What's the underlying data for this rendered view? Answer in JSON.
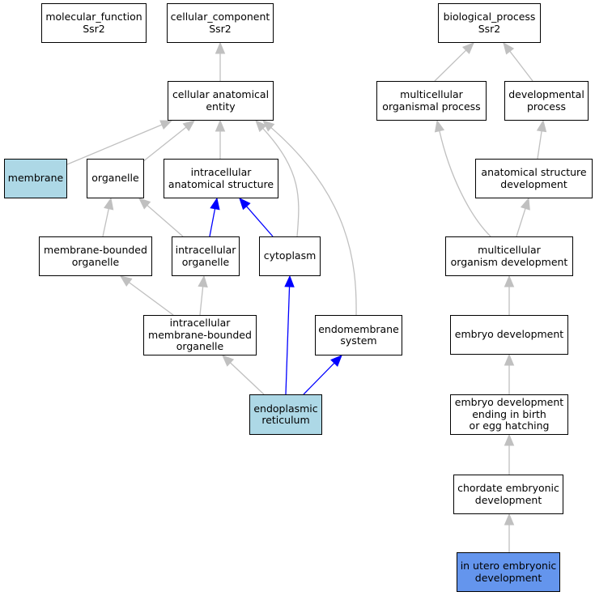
{
  "colors": {
    "edge_default": "#c0c0c0",
    "edge_highlight": "#0000ff",
    "node_light": "#add8e6",
    "node_strong": "#6495ed",
    "node_default": "#ffffff"
  },
  "nodes": [
    {
      "id": "molecular_function",
      "lines": [
        "molecular_function",
        "Ssr2"
      ],
      "style": "default"
    },
    {
      "id": "cellular_component",
      "lines": [
        "cellular_component",
        "Ssr2"
      ],
      "style": "default"
    },
    {
      "id": "biological_process",
      "lines": [
        "biological_process",
        "Ssr2"
      ],
      "style": "default"
    },
    {
      "id": "cellular_anatomical_entity",
      "lines": [
        "cellular anatomical",
        "entity"
      ],
      "style": "default"
    },
    {
      "id": "multicellular_organismal_process",
      "lines": [
        "multicellular",
        "organismal process"
      ],
      "style": "default"
    },
    {
      "id": "developmental_process",
      "lines": [
        "developmental",
        "process"
      ],
      "style": "default"
    },
    {
      "id": "membrane",
      "lines": [
        "membrane"
      ],
      "style": "light"
    },
    {
      "id": "organelle",
      "lines": [
        "organelle"
      ],
      "style": "default"
    },
    {
      "id": "intracellular_anatomical_structure",
      "lines": [
        "intracellular",
        "anatomical structure"
      ],
      "style": "default"
    },
    {
      "id": "anatomical_structure_development",
      "lines": [
        "anatomical structure",
        "development"
      ],
      "style": "default"
    },
    {
      "id": "membrane_bounded_organelle",
      "lines": [
        "membrane-bounded",
        "organelle"
      ],
      "style": "default"
    },
    {
      "id": "intracellular_organelle",
      "lines": [
        "intracellular",
        "organelle"
      ],
      "style": "default"
    },
    {
      "id": "cytoplasm",
      "lines": [
        "cytoplasm"
      ],
      "style": "default"
    },
    {
      "id": "multicellular_organism_development",
      "lines": [
        "multicellular",
        "organism development"
      ],
      "style": "default"
    },
    {
      "id": "intracellular_membrane_bounded_organelle",
      "lines": [
        "intracellular",
        "membrane-bounded",
        "organelle"
      ],
      "style": "default"
    },
    {
      "id": "endomembrane_system",
      "lines": [
        "endomembrane",
        "system"
      ],
      "style": "default"
    },
    {
      "id": "embryo_development",
      "lines": [
        "embryo development"
      ],
      "style": "default"
    },
    {
      "id": "endoplasmic_reticulum",
      "lines": [
        "endoplasmic",
        "reticulum"
      ],
      "style": "light"
    },
    {
      "id": "embryo_development_ending",
      "lines": [
        "embryo development",
        "ending in birth",
        "or egg hatching"
      ],
      "style": "default"
    },
    {
      "id": "chordate_embryonic_development",
      "lines": [
        "chordate embryonic",
        "development"
      ],
      "style": "default"
    },
    {
      "id": "in_utero_embryonic_development",
      "lines": [
        "in utero embryonic",
        "development"
      ],
      "style": "strong"
    }
  ],
  "edges": [
    {
      "from": "cellular_anatomical_entity",
      "to": "cellular_component",
      "highlight": false
    },
    {
      "from": "membrane",
      "to": "cellular_anatomical_entity",
      "highlight": false
    },
    {
      "from": "organelle",
      "to": "cellular_anatomical_entity",
      "highlight": false
    },
    {
      "from": "intracellular_anatomical_structure",
      "to": "cellular_anatomical_entity",
      "highlight": false
    },
    {
      "from": "cytoplasm",
      "to": "cellular_anatomical_entity",
      "highlight": false
    },
    {
      "from": "endomembrane_system",
      "to": "cellular_anatomical_entity",
      "highlight": false
    },
    {
      "from": "membrane_bounded_organelle",
      "to": "organelle",
      "highlight": false
    },
    {
      "from": "intracellular_organelle",
      "to": "organelle",
      "highlight": false
    },
    {
      "from": "intracellular_organelle",
      "to": "intracellular_anatomical_structure",
      "highlight": true
    },
    {
      "from": "cytoplasm",
      "to": "intracellular_anatomical_structure",
      "highlight": true
    },
    {
      "from": "intracellular_membrane_bounded_organelle",
      "to": "membrane_bounded_organelle",
      "highlight": false
    },
    {
      "from": "intracellular_membrane_bounded_organelle",
      "to": "intracellular_organelle",
      "highlight": false
    },
    {
      "from": "endoplasmic_reticulum",
      "to": "intracellular_membrane_bounded_organelle",
      "highlight": false
    },
    {
      "from": "endoplasmic_reticulum",
      "to": "cytoplasm",
      "highlight": true
    },
    {
      "from": "endoplasmic_reticulum",
      "to": "endomembrane_system",
      "highlight": true
    },
    {
      "from": "multicellular_organismal_process",
      "to": "biological_process",
      "highlight": false
    },
    {
      "from": "developmental_process",
      "to": "biological_process",
      "highlight": false
    },
    {
      "from": "anatomical_structure_development",
      "to": "developmental_process",
      "highlight": false
    },
    {
      "from": "multicellular_organism_development",
      "to": "multicellular_organismal_process",
      "highlight": false
    },
    {
      "from": "multicellular_organism_development",
      "to": "anatomical_structure_development",
      "highlight": false
    },
    {
      "from": "embryo_development",
      "to": "multicellular_organism_development",
      "highlight": false
    },
    {
      "from": "embryo_development_ending",
      "to": "embryo_development",
      "highlight": false
    },
    {
      "from": "chordate_embryonic_development",
      "to": "embryo_development_ending",
      "highlight": false
    },
    {
      "from": "in_utero_embryonic_development",
      "to": "chordate_embryonic_development",
      "highlight": false
    }
  ]
}
